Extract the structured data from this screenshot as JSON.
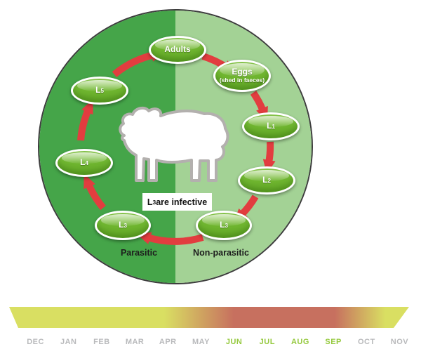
{
  "cycle": {
    "nodes": [
      {
        "id": "adults",
        "text": "Adults"
      },
      {
        "id": "eggs",
        "text": "Eggs",
        "line2": "(shed in faeces)"
      },
      {
        "id": "l1",
        "text": "L",
        "sub": "1"
      },
      {
        "id": "l2",
        "text": "L",
        "sub": "2"
      },
      {
        "id": "l3-nonparasitic",
        "text": "L",
        "sub": "3"
      },
      {
        "id": "l3-parasitic",
        "text": "L",
        "sub": "3"
      },
      {
        "id": "l4",
        "text": "L",
        "sub": "4"
      },
      {
        "id": "l5",
        "text": "L",
        "sub": "5"
      }
    ],
    "infective_note": {
      "pre": "L",
      "sub": "3",
      "post": " are infective"
    },
    "left_half_label": "Parasitic",
    "right_half_label": "Non-parasitic"
  },
  "timeline": {
    "months": [
      {
        "label": "DEC",
        "highlight": false
      },
      {
        "label": "JAN",
        "highlight": false
      },
      {
        "label": "FEB",
        "highlight": false
      },
      {
        "label": "MAR",
        "highlight": false
      },
      {
        "label": "APR",
        "highlight": false
      },
      {
        "label": "MAY",
        "highlight": false
      },
      {
        "label": "JUN",
        "highlight": true
      },
      {
        "label": "JUL",
        "highlight": true
      },
      {
        "label": "AUG",
        "highlight": true
      },
      {
        "label": "SEP",
        "highlight": true
      },
      {
        "label": "OCT",
        "highlight": false
      },
      {
        "label": "NOV",
        "highlight": false
      }
    ]
  },
  "colors": {
    "circle_left_half": "#45a549",
    "circle_right_half": "#a3d295",
    "node_green": "#70b630",
    "arrow_red": "#e23d3f",
    "bar_yellow": "#d9df62",
    "bar_red": "#c7705f",
    "month_gray": "#b9babc",
    "month_highlight_green": "#95c93e"
  }
}
